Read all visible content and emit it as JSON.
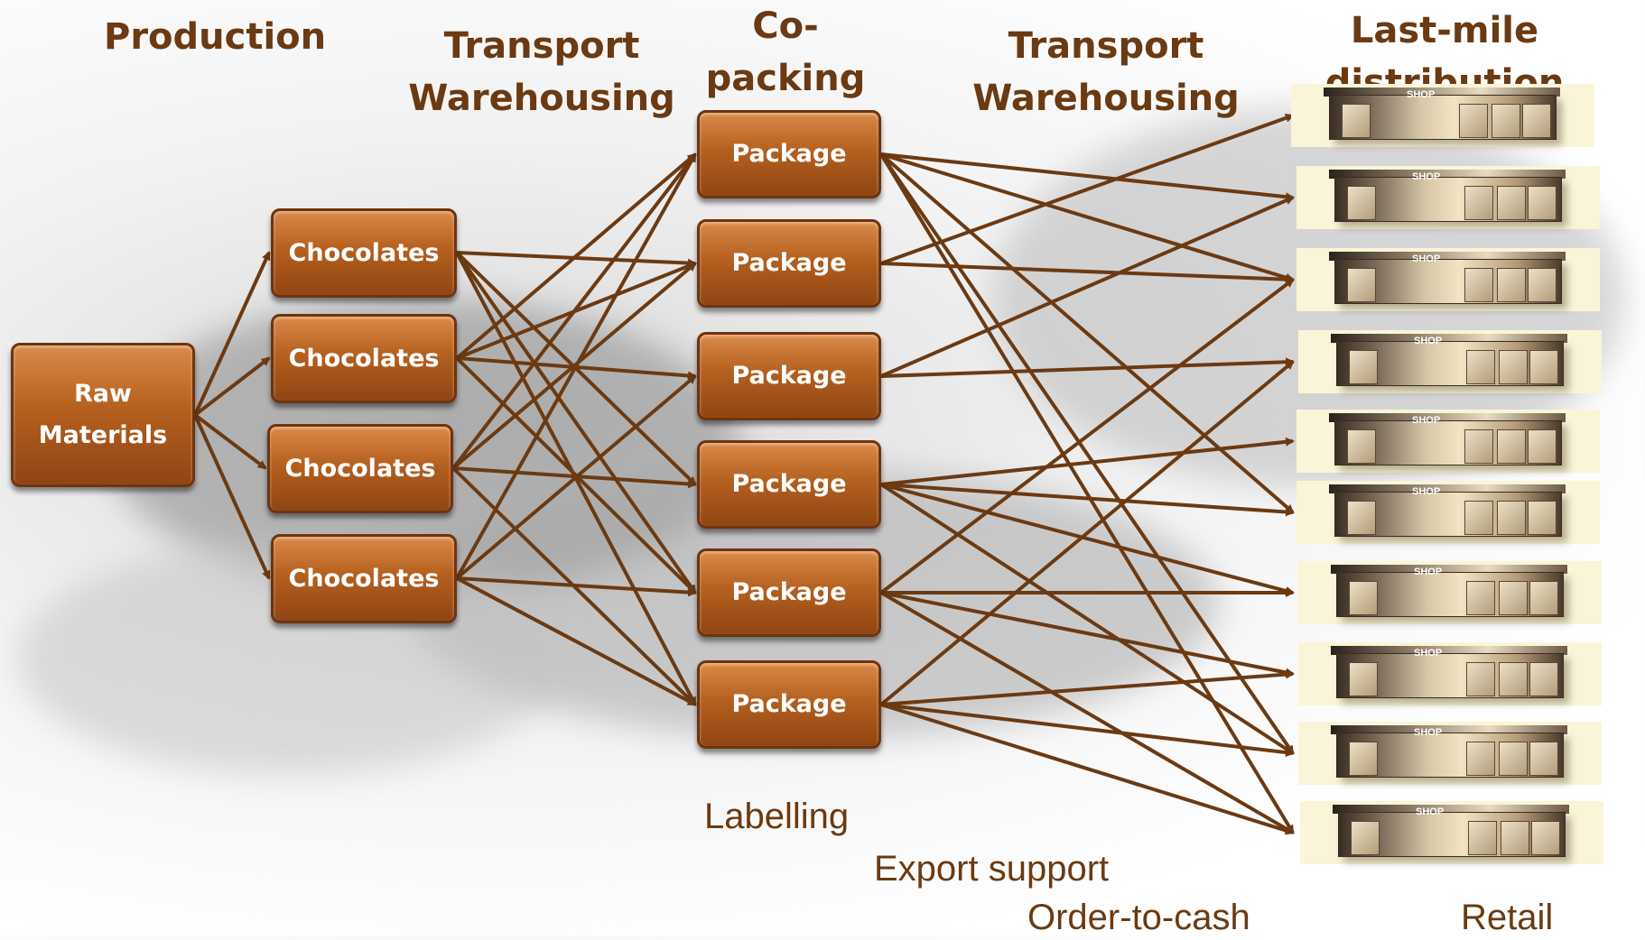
{
  "headers": {
    "production": "Production",
    "transport1_line1": "Transport",
    "transport1_line2": "Warehousing",
    "copacking": "Co-packing",
    "transport2_line1": "Transport",
    "transport2_line2": "Warehousing",
    "lastmile": "Last-mile distribution"
  },
  "raw_materials": {
    "line1": "Raw",
    "line2": "Materials"
  },
  "chocolates": [
    "Chocolates",
    "Chocolates",
    "Chocolates",
    "Chocolates"
  ],
  "packages": [
    "Package",
    "Package",
    "Package",
    "Package",
    "Package",
    "Package"
  ],
  "shop_sign": "SHOP",
  "shop_count": 10,
  "notes": {
    "labelling": "Labelling",
    "export_support": "Export support",
    "order_to_cash": "Order-to-cash",
    "retail": "Retail"
  },
  "colors": {
    "box": "#b5601f",
    "arrow": "#6b3a12",
    "text": "#6b3a12"
  }
}
